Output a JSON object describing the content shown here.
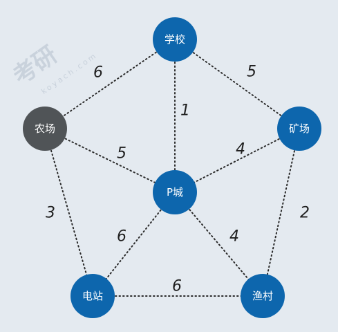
{
  "watermark": {
    "title": "考研",
    "subtitle": "koyach.com"
  },
  "colors": {
    "background": "#e4eaf0",
    "node_default": "#0d66ad",
    "node_highlight": "#505457",
    "edge": "#2a2a2a"
  },
  "nodes": [
    {
      "id": "school",
      "label": "学校",
      "highlight": false
    },
    {
      "id": "farm",
      "label": "农场",
      "highlight": true
    },
    {
      "id": "mine",
      "label": "矿场",
      "highlight": false
    },
    {
      "id": "pcity",
      "label": "P城",
      "highlight": false
    },
    {
      "id": "power",
      "label": "电站",
      "highlight": false
    },
    {
      "id": "fishing",
      "label": "渔村",
      "highlight": false
    }
  ],
  "edges": [
    {
      "from": "school",
      "to": "farm",
      "weight": "6"
    },
    {
      "from": "school",
      "to": "mine",
      "weight": "5"
    },
    {
      "from": "school",
      "to": "pcity",
      "weight": "1"
    },
    {
      "from": "farm",
      "to": "pcity",
      "weight": "5"
    },
    {
      "from": "mine",
      "to": "pcity",
      "weight": "4"
    },
    {
      "from": "farm",
      "to": "power",
      "weight": "3"
    },
    {
      "from": "mine",
      "to": "fishing",
      "weight": "2"
    },
    {
      "from": "pcity",
      "to": "power",
      "weight": "6"
    },
    {
      "from": "pcity",
      "to": "fishing",
      "weight": "4"
    },
    {
      "from": "power",
      "to": "fishing",
      "weight": "6"
    }
  ]
}
